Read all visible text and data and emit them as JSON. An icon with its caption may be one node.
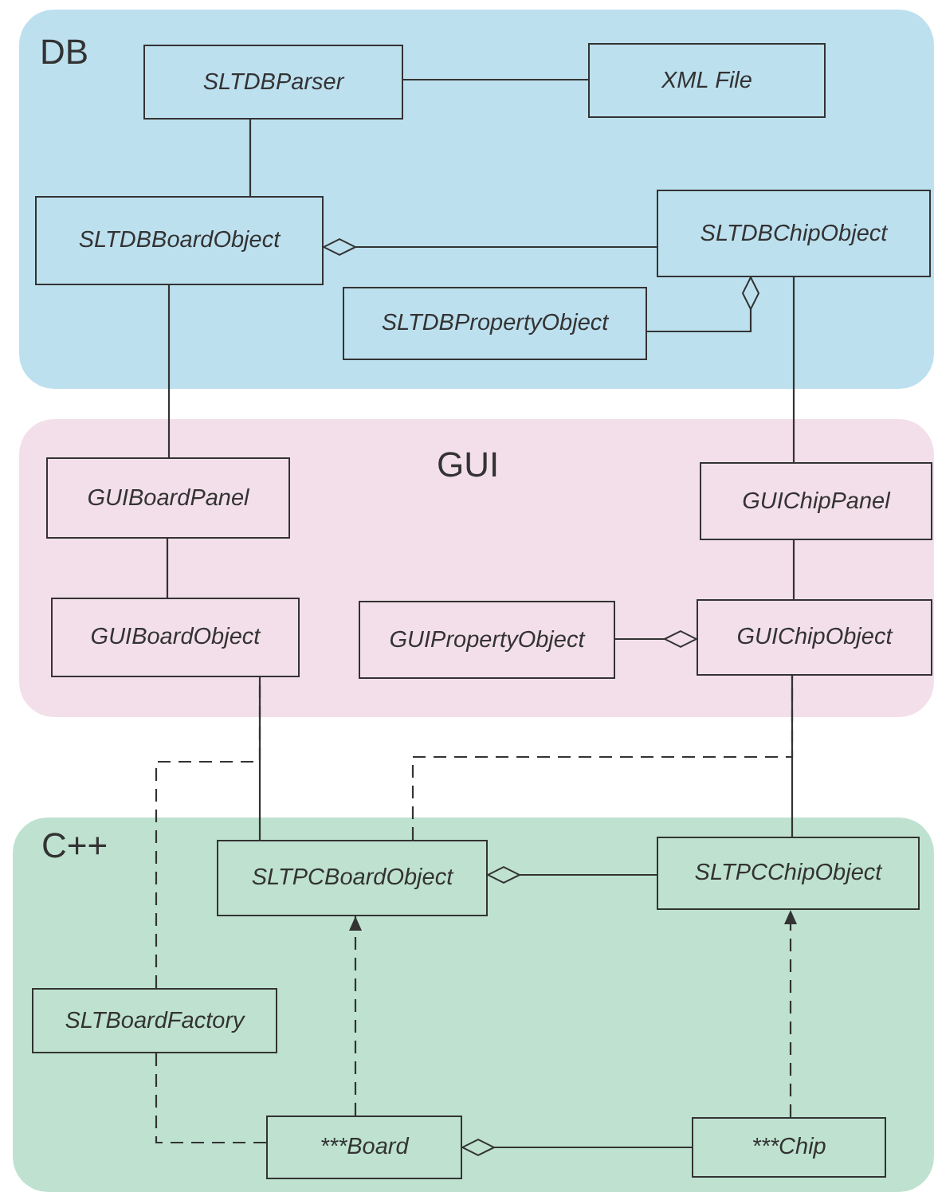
{
  "diagram": {
    "nodes": [
      {
        "text": [
          "DB"
        ]
      },
      {
        "text": [
          "SLTDBParser"
        ],
        "in": 0
      },
      {
        "text": [
          "XML File"
        ],
        "in": 0
      },
      {
        "text": [
          "SLTDBBoardObject"
        ],
        "in": 0
      },
      {
        "text": [
          "SLTDBChipObject"
        ],
        "in": 0
      },
      {
        "text": [
          "SLTDBPropertyObject"
        ],
        "in": 0
      },
      {
        "text": [
          "GUI"
        ]
      },
      {
        "text": [
          "GUIBoardPanel"
        ],
        "in": 6
      },
      {
        "text": [
          "GUIBoardObject"
        ],
        "in": 6
      },
      {
        "text": [
          "GUIPropertyObject"
        ],
        "in": 6
      },
      {
        "text": [
          "GUIChipPanel"
        ],
        "in": 6
      },
      {
        "text": [
          "GUIChipObject"
        ],
        "in": 6
      },
      {
        "text": [
          "C++"
        ]
      },
      {
        "text": [
          "SLTPCBoardObject"
        ],
        "in": 12
      },
      {
        "text": [
          "SLTPCChipObject"
        ],
        "in": 12
      },
      {
        "text": [
          "SLTBoardFactory"
        ],
        "in": 12
      },
      {
        "text": [
          "***Board"
        ],
        "in": 12
      },
      {
        "text": [
          "***Chip"
        ],
        "in": 12
      }
    ],
    "edges": [
      {
        "from": 1,
        "to": 2,
        "arrow": "none"
      },
      {
        "from": 1,
        "to": 3,
        "arrow": "none"
      },
      {
        "from": 4,
        "to": 3,
        "arrow": "other"
      },
      {
        "from": 5,
        "to": 4,
        "arrow": "other"
      },
      {
        "from": 3,
        "to": 7,
        "arrow": "none"
      },
      {
        "from": 4,
        "to": 10,
        "arrow": "none"
      },
      {
        "from": 7,
        "to": 8,
        "arrow": "none"
      },
      {
        "from": 9,
        "to": 11,
        "arrow": "other"
      },
      {
        "from": 10,
        "to": 11,
        "arrow": "none"
      },
      {
        "from": 8,
        "to": 13,
        "arrow": "none"
      },
      {
        "from": 11,
        "to": 14,
        "arrow": "none"
      },
      {
        "from": 13,
        "to": 11,
        "arrow": "none",
        "style": "dashed"
      },
      {
        "from": 15,
        "to": 8,
        "arrow": "none",
        "style": "dashed"
      },
      {
        "from": 15,
        "to": 16,
        "arrow": "none",
        "style": "dashed"
      },
      {
        "from": 16,
        "to": 13,
        "arrow": "to",
        "style": "dashed"
      },
      {
        "from": 17,
        "to": 14,
        "arrow": "to",
        "style": "dashed"
      },
      {
        "from": 17,
        "to": 16,
        "arrow": "other"
      },
      {
        "from": 14,
        "to": 13,
        "arrow": "other"
      }
    ]
  }
}
